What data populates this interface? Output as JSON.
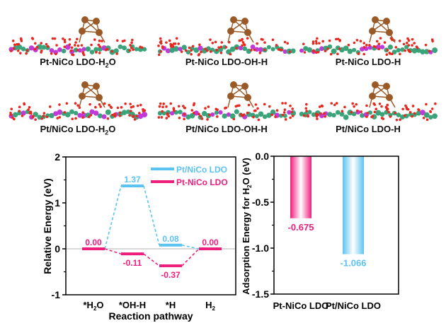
{
  "structures": [
    {
      "label": "Pt-NiCo LDO-H",
      "sub": "2",
      "tail": "O"
    },
    {
      "label": "Pt-NiCo LDO-OH-H",
      "sub": "",
      "tail": ""
    },
    {
      "label": "Pt-NiCo LDO-H",
      "sub": "",
      "tail": ""
    },
    {
      "label": "Pt/NiCo LDO-H",
      "sub": "2",
      "tail": "O"
    },
    {
      "label": "Pt/NiCo LDO-OH-H",
      "sub": "",
      "tail": ""
    },
    {
      "label": "Pt/NiCo LDO-H",
      "sub": "",
      "tail": ""
    }
  ],
  "colors": {
    "pink": "#ee1e7c",
    "blue": "#5cc3f0",
    "green": "#3aa37a",
    "magenta": "#c13ad8",
    "oxygen": "#e8281e",
    "pt": "#9a5a28"
  },
  "chart_data": [
    {
      "type": "line",
      "title": "",
      "xlabel": "Reaction pathway",
      "ylabel": "Relative Energy (eV)",
      "ylim": [
        -1,
        2
      ],
      "yticks": [
        "-1",
        "0",
        "1",
        "2"
      ],
      "categories": [
        {
          "main": "*H",
          "sub": "2",
          "tail": "O"
        },
        {
          "main": "*OH-H",
          "sub": "",
          "tail": ""
        },
        {
          "main": "*H",
          "sub": "",
          "tail": ""
        },
        {
          "main": "H",
          "sub": "2",
          "tail": ""
        }
      ],
      "legend_position": "top-right",
      "series": [
        {
          "name": "Pt/NiCo LDO",
          "color": "#5cc3f0",
          "values": [
            0.0,
            1.37,
            0.08,
            0.0
          ],
          "labels": [
            "",
            "1.37",
            "0.08",
            ""
          ]
        },
        {
          "name": "Pt-NiCo LDO",
          "color": "#ee1e7c",
          "values": [
            0.0,
            -0.11,
            -0.37,
            0.0
          ],
          "labels": [
            "0.00",
            "-0.11",
            "-0.37",
            "0.00"
          ]
        }
      ]
    },
    {
      "type": "bar",
      "title": "",
      "xlabel": "",
      "ylabel": "Adsorption Energy for H2O (eV)",
      "ylabel_parts": {
        "pre": "Adsorption Energy for H",
        "sub": "2",
        "post": "O (eV)"
      },
      "ylim": [
        -1.5,
        0.0
      ],
      "yticks": [
        "0.0",
        "-0.5",
        "-1.0",
        "-1.5"
      ],
      "categories": [
        "Pt-NiCo LDO",
        "Pt/NiCo LDO"
      ],
      "values": [
        -0.675,
        -1.066
      ],
      "labels": [
        "-0.675",
        "-1.066"
      ],
      "colors": [
        "#ee1e7c",
        "#5cc3f0"
      ]
    }
  ]
}
